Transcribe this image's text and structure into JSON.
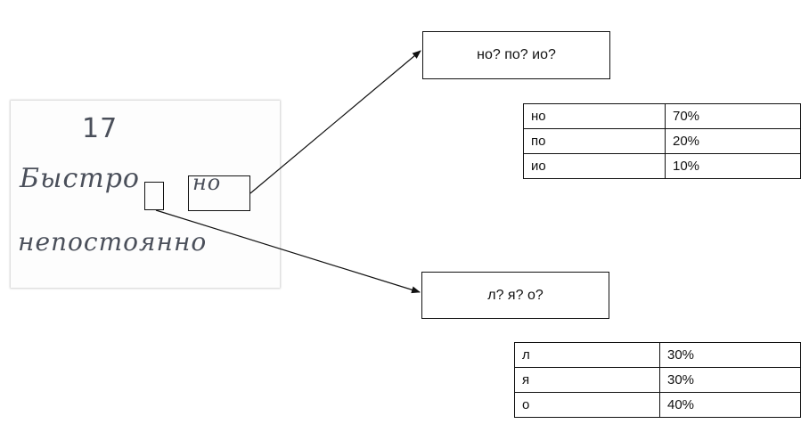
{
  "scan": {
    "number": "17",
    "line1": "Быстро",
    "word2": "но",
    "line2": "непостоянно"
  },
  "candidates_top": {
    "label": "но? по? ио?",
    "rows": [
      {
        "char": "но",
        "prob": "70%"
      },
      {
        "char": "по",
        "prob": "20%"
      },
      {
        "char": "ио",
        "prob": "10%"
      }
    ]
  },
  "candidates_bottom": {
    "label": "л? я? о?",
    "rows": [
      {
        "char": "л",
        "prob": "30%"
      },
      {
        "char": "я",
        "prob": "30%"
      },
      {
        "char": "о",
        "prob": "40%"
      }
    ]
  }
}
